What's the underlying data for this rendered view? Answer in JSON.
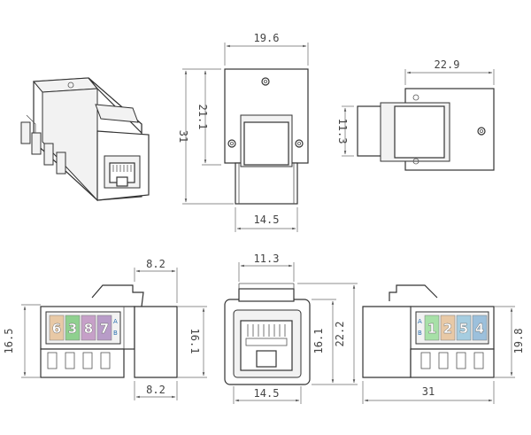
{
  "dimensions": {
    "front_width": "19.6",
    "front_height": "31",
    "front_inner_height": "21.1",
    "front_bottom_width": "14.5",
    "side_depth": "22.9",
    "side_height": "11.3",
    "wiring_a_offset_top": "8.2",
    "wiring_a_height": "16.5",
    "wiring_a_inner_height": "16.1",
    "wiring_a_offset_bottom": "8.2",
    "jack_opening_width": "11.3",
    "jack_height": "22.2",
    "jack_inner_height": "16.1",
    "jack_bottom_width": "14.5",
    "wiring_b_height": "19.8",
    "wiring_b_length": "31"
  },
  "wiring_a": {
    "pins": [
      "6",
      "3",
      "8",
      "7"
    ],
    "colors": [
      "#e8c9a6",
      "#8fd08f",
      "#c6a0c8",
      "#b89cc8"
    ],
    "ab_top": "A",
    "ab_bottom": "B"
  },
  "wiring_b": {
    "pins": [
      "1",
      "2",
      "5",
      "4"
    ],
    "colors": [
      "#a7e0a7",
      "#e8c9a6",
      "#a6cde0",
      "#9cc0dc"
    ],
    "ab_top": "A",
    "ab_bottom": "B"
  }
}
